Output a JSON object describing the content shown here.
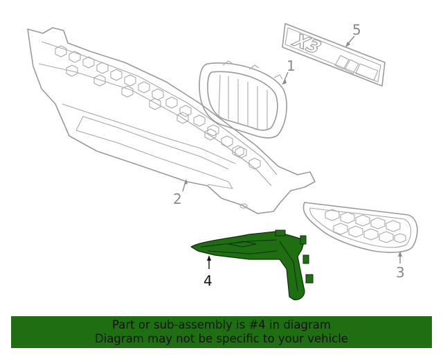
{
  "diagram": {
    "callouts": [
      {
        "number": "1",
        "highlighted": false
      },
      {
        "number": "2",
        "highlighted": false
      },
      {
        "number": "3",
        "highlighted": false
      },
      {
        "number": "4",
        "highlighted": true
      },
      {
        "number": "5",
        "highlighted": false
      }
    ],
    "emblem_text": "X3",
    "highlight_color": "#1f6e12",
    "ghost_line_color": "#9a9a9a"
  },
  "banner": {
    "line1": "Part or sub-assembly is #4 in diagram",
    "line2": "Diagram may not be specific to your vehicle",
    "background_color": "#1f6e12"
  }
}
